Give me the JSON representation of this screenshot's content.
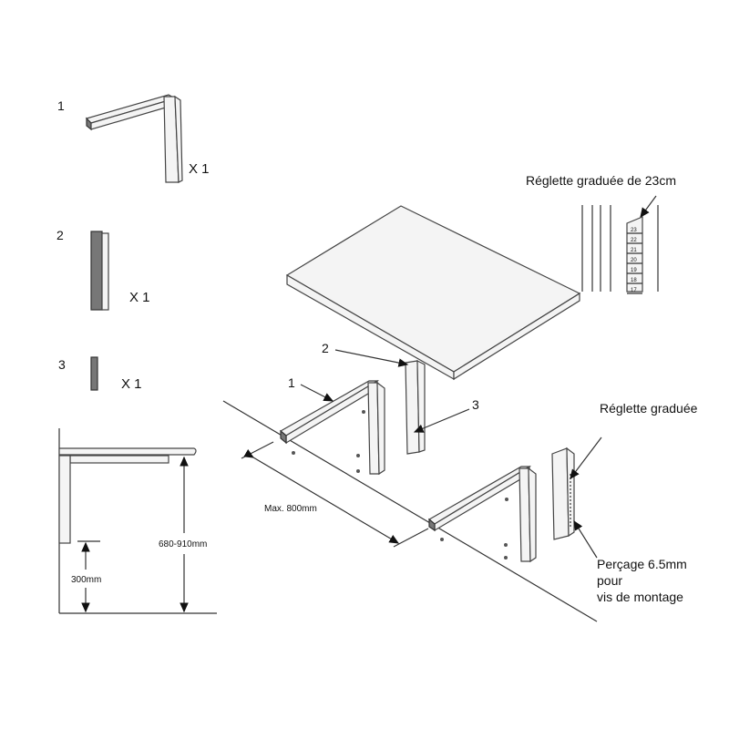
{
  "parts": [
    {
      "number": "1",
      "quantity": "X 1"
    },
    {
      "number": "2",
      "quantity": "X 1"
    },
    {
      "number": "3",
      "quantity": "X 1"
    }
  ],
  "callouts": {
    "part1": "1",
    "part2": "2",
    "part3": "3"
  },
  "ruler_detail": {
    "title": "Réglette graduée de 23cm",
    "ticks": [
      "23",
      "22",
      "21",
      "20",
      "19",
      "18",
      "17"
    ]
  },
  "labels": {
    "reglette": "Réglette graduée",
    "percage_line1": "Perçage 6.5mm",
    "percage_line2": "pour",
    "percage_line3": "vis de montage",
    "max_width": "Max. 800mm"
  },
  "side_view": {
    "height_range": "680-910mm",
    "min_clearance": "300mm"
  }
}
